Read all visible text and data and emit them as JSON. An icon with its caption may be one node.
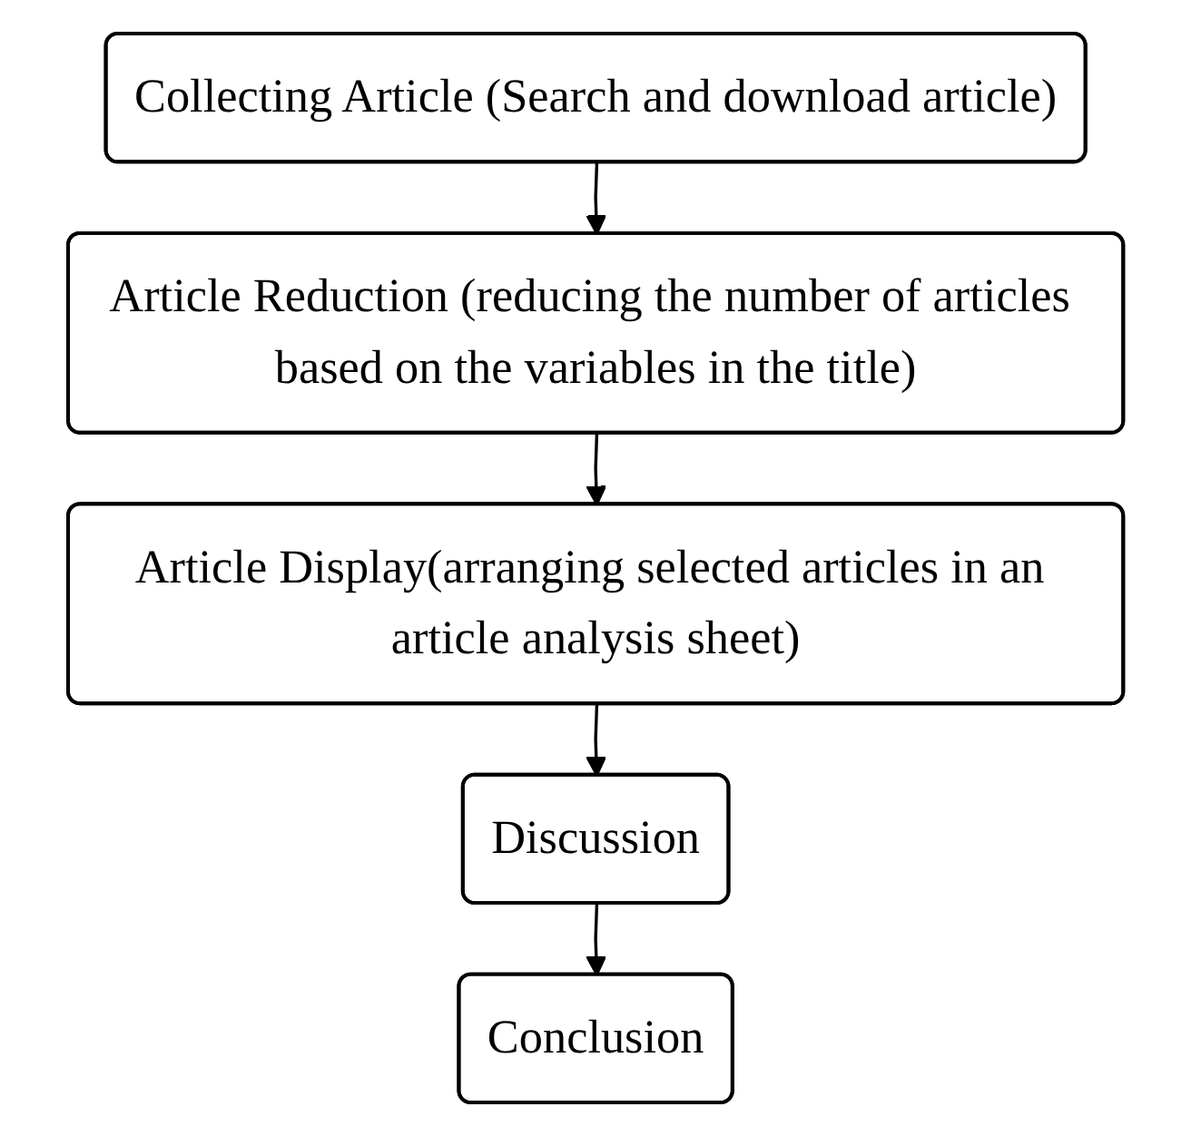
{
  "diagram": {
    "nodes": [
      {
        "text": [
          "Collecting Article (Search and download article)"
        ]
      },
      {
        "text": [
          "Article Reduction (reducing the number of articles based on the variables in the title)"
        ]
      },
      {
        "text": [
          "Article Display(arranging selected articles in an article analysis sheet)"
        ]
      },
      {
        "text": [
          "Discussion"
        ]
      },
      {
        "text": [
          "Conclusion"
        ]
      }
    ],
    "edges": [
      {
        "from": 0,
        "to": 1,
        "arrow": "to"
      },
      {
        "from": 1,
        "to": 2,
        "arrow": "to"
      },
      {
        "from": 2,
        "to": 3,
        "arrow": "to"
      },
      {
        "from": 3,
        "to": 4,
        "arrow": "to"
      }
    ]
  }
}
